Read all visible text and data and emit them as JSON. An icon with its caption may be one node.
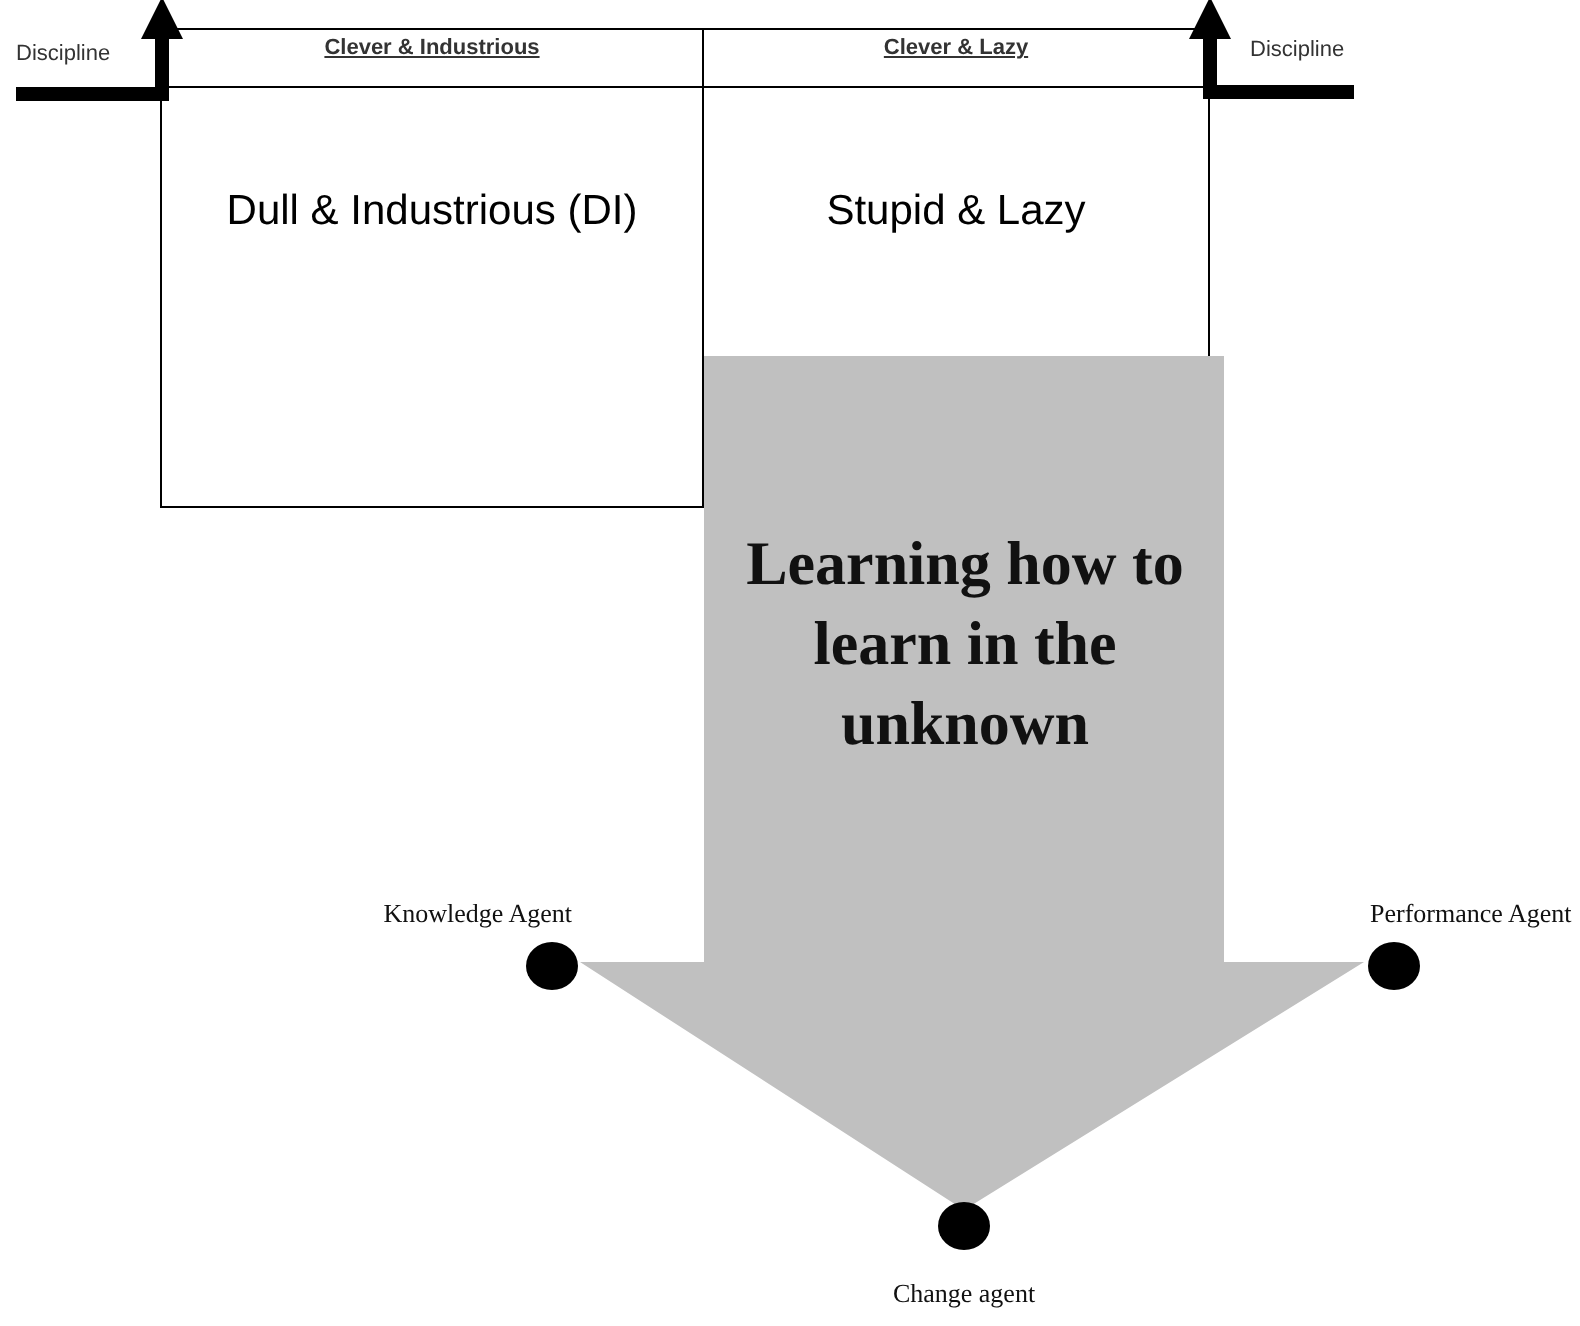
{
  "diagram": {
    "nodes": [
      {
        "text": [
          "Clever & Industrious"
        ]
      },
      {
        "text": [
          "Clever & Lazy"
        ]
      },
      {
        "text": [
          "Dull & Industrious (DI)"
        ]
      },
      {
        "text": [
          "Stupid & Lazy"
        ]
      },
      {
        "text": [
          "Learning how to learn in the unknown"
        ]
      },
      {
        "text": [],
        "shape": "circle",
        "beside": [
          "Knowledge Agent"
        ]
      },
      {
        "text": [],
        "shape": "circle",
        "beside": [
          "Performance Agent"
        ]
      },
      {
        "text": [],
        "shape": "circle",
        "beside": [
          "Change agent"
        ]
      }
    ],
    "labels": [
      "Discipline",
      "Discipline"
    ]
  }
}
